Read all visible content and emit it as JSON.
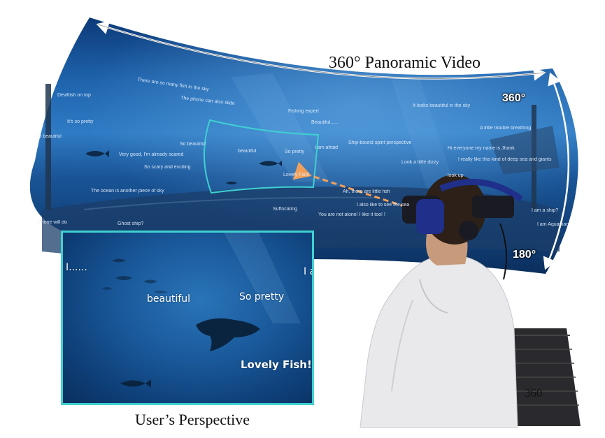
{
  "panorama": {
    "title": "360° Panoramic Video",
    "label_top": "360°",
    "label_bottom": "180°",
    "comments": [
      "Devilfish on top",
      "There are so many fish in the sky",
      "The phone can also slide",
      "It's so pretty",
      "so beautiful",
      "Very good, I'm already scared",
      "So scary and exciting",
      "The ocean is another piece of sky",
      "phone will do",
      "Ghost ship?",
      "Fishing expert",
      "Beautiful......",
      "So beautiful",
      "beautiful",
      "So pretty",
      "Lovely Fish!",
      "I am afraid",
      "Ship-bound spirit perspective",
      "It looks beautiful in the sky",
      "A little trouble breathing",
      "Hi everyone my name is Jhank",
      "Look a little dizzy",
      "I really like this kind of deep sea and giants",
      "look up",
      "Ah, there are little fish",
      "I also like to see the sea",
      "You are not alone! I like it too! !",
      "Suffocating",
      "I am a ship?",
      "I am Aquaman"
    ]
  },
  "inset": {
    "comments": [
      "I......",
      "I a",
      "beautiful",
      "So pretty",
      "Lovely Fish!"
    ],
    "caption": "User’s Perspective"
  },
  "figure_label": "360",
  "colors": {
    "ocean_light": "#2f7bc4",
    "ocean_dark": "#0b2f5e",
    "highlight": "#3fd1d0",
    "gaze_arrow": "#f0a05a",
    "hoodie": "#e9e9ec",
    "headset": "#1f2f8a"
  }
}
